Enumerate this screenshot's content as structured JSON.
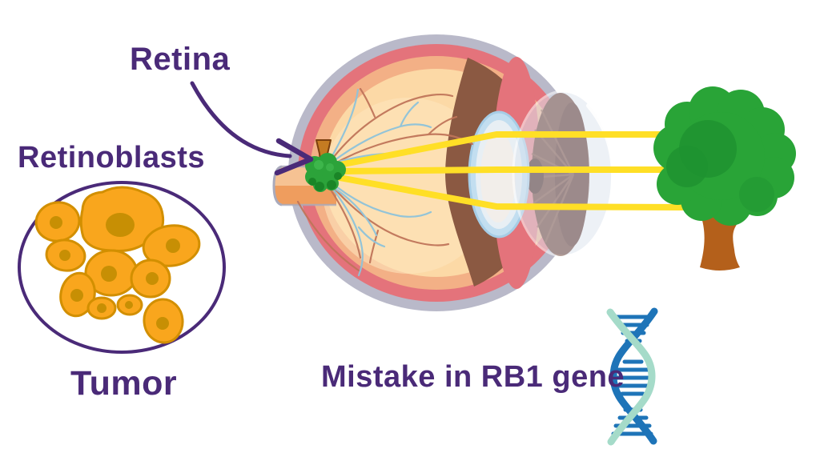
{
  "title": "Retinoblastoma diagram",
  "labels": {
    "retina": "Retina",
    "retinoblasts": "Retinoblasts",
    "tumor": "Tumor",
    "gene_caption": "Mistake in RB1 gene"
  },
  "icons": [
    {
      "name": "eye-cross-section-illustration"
    },
    {
      "name": "retina-pointer-arrow"
    },
    {
      "name": "tumor-cells-cluster"
    },
    {
      "name": "light-rays"
    },
    {
      "name": "tree-icon"
    },
    {
      "name": "dna-helix-icon"
    }
  ],
  "colors": {
    "text-purple": "#4a2a78",
    "cell-orange": "#f9a61d",
    "cell-outline": "#d28f00",
    "cell-nucleus": "#c78f04",
    "tumor-green": "#2ca33a",
    "tumor-green-dark": "#1a8527",
    "ray-yellow": "#ffdf26",
    "tree-green": "#29a437",
    "tree-green-dark": "#1f9330",
    "trunk-brown": "#b4601b",
    "dna-blue": "#1e74b8",
    "dna-teal": "#a5dbc9",
    "eye-sclera-gray": "#b9b9c9",
    "eye-choroid-pink": "#e4737b",
    "eye-wall-peach": "#f3b086",
    "eye-interior": "#fcd9a6",
    "eye-crescent-brown": "#8b5942",
    "iris-brown": "#5e2c1d",
    "pupil-dark": "#380f08",
    "lens-blue": "#a6cde6",
    "vessel-red": "#c0755a",
    "vessel-blue": "#8ec3da",
    "stem-brown": "#c57b22"
  }
}
